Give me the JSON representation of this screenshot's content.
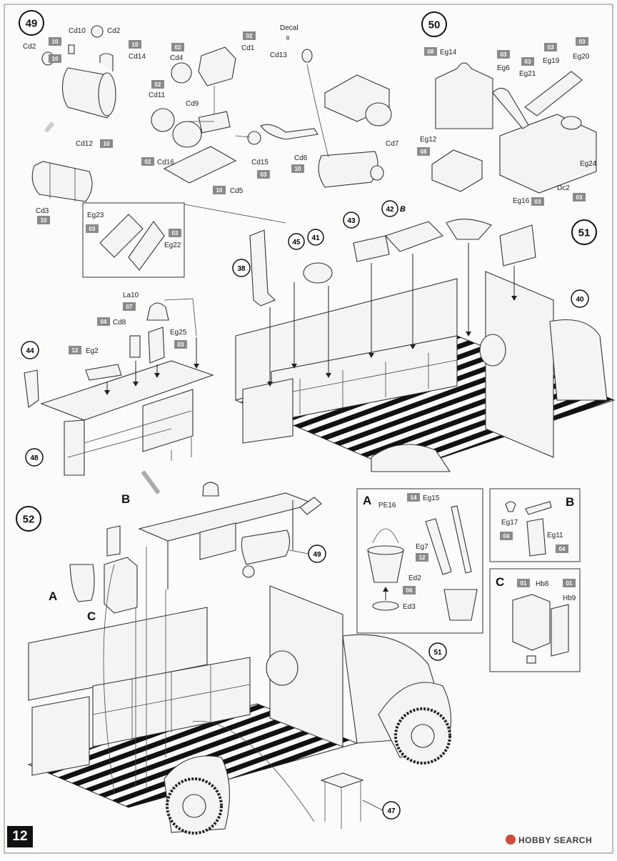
{
  "page_number": "12",
  "watermark": "HOBBY SEARCH",
  "steps": {
    "s49": "49",
    "s50": "50",
    "s51": "51",
    "s52": "52",
    "c38": "38",
    "c40": "40",
    "c41": "41",
    "c42": "42",
    "c42b": "B",
    "c43": "43",
    "c44": "44",
    "c45": "45",
    "c47": "47",
    "c48": "48",
    "c49": "49",
    "c51": "51"
  },
  "insets": {
    "A": "A",
    "B": "B",
    "C": "C",
    "callout_A": "A",
    "callout_B": "B",
    "callout_C": "C"
  },
  "labels": {
    "cd10": "Cd10",
    "cd2a": "Cd2",
    "cd2b": "Cd2",
    "cd14": "Cd14",
    "cd12": "Cd12",
    "cd3": "Cd3",
    "cd1": "Cd1",
    "cd4": "Cd4",
    "cd11": "Cd11",
    "cd9": "Cd9",
    "cd16": "Cd16",
    "cd15": "Cd15",
    "cd5": "Cd5",
    "decal": "Decal",
    "decal8": "8",
    "cd13": "Cd13",
    "cd6": "Cd6",
    "cd7": "Cd7",
    "eg14": "Eg14",
    "eg12": "Eg12",
    "eg6": "Eg6",
    "eg21": "Eg21",
    "eg19": "Eg19",
    "eg20": "Eg20",
    "eg16": "Eg16",
    "dc2": "Dc2",
    "eg24": "Eg24",
    "eg23": "Eg23",
    "eg22": "Eg22",
    "la10": "La10",
    "cd8": "Cd8",
    "eg25": "Eg25",
    "eg2": "Eg2",
    "pe16": "PE16",
    "ed2": "Ed2",
    "ed3": "Ed3",
    "eg15": "Eg15",
    "eg7": "Eg7",
    "eg17": "Eg17",
    "eg11": "Eg11",
    "hb8": "Hb8",
    "hb9": "Hb9"
  },
  "sprues": {
    "n10a": "10",
    "n10b": "10",
    "n10c": "10",
    "n10d": "10",
    "n10e": "10",
    "n10f": "10",
    "n10g": "10",
    "n02a": "02",
    "n02b": "02",
    "n02c": "02",
    "n02d": "02",
    "n03a": "03",
    "n03b": "03",
    "n08a": "08",
    "n08b": "08",
    "n03c": "03",
    "n03d": "03",
    "n03e": "03",
    "n03f": "03",
    "n03g": "03",
    "n03h": "03",
    "n03i": "03",
    "n03j": "03",
    "n07": "07",
    "n04a": "04",
    "n03k": "03",
    "n12a": "12",
    "n06": "06",
    "n14": "14",
    "n12b": "12",
    "n04b": "04",
    "n04c": "04",
    "n01a": "01",
    "n01b": "01"
  },
  "colors": {
    "sprue_box": "#8a8a8a",
    "ink": "#222222",
    "floor": "#111111"
  }
}
